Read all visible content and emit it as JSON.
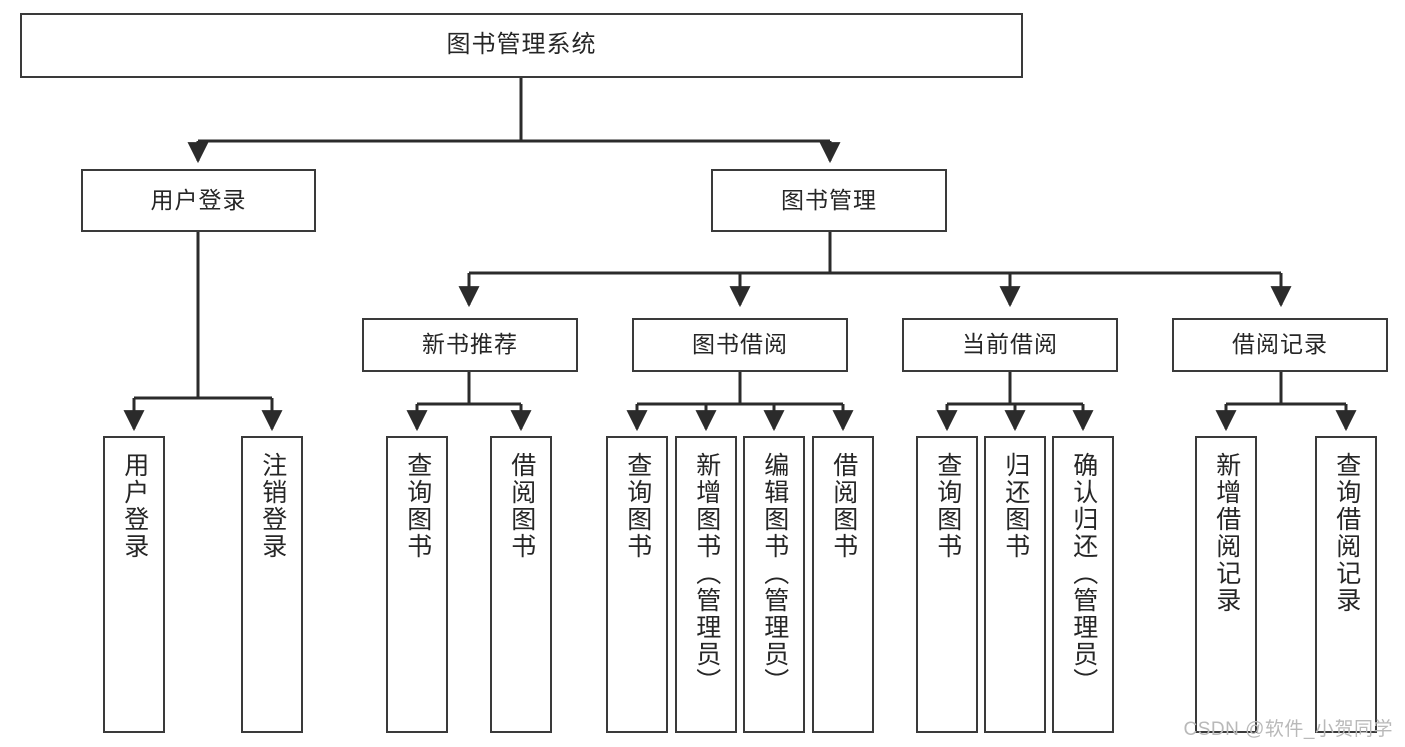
{
  "diagram": {
    "title": "图书管理系统",
    "type": "hierarchy-tree",
    "colors": {
      "box_border": "#3a3a3a",
      "box_fill": "#ffffff",
      "connector": "#2b2b2b",
      "text": "#262626",
      "watermark": "#b9b9b9"
    },
    "levels": {
      "root": {
        "label": "图书管理系统"
      },
      "level2": [
        {
          "id": "user-login",
          "label": "用户登录"
        },
        {
          "id": "book-management",
          "label": "图书管理"
        }
      ],
      "level3": [
        {
          "id": "new-book-recommend",
          "label": "新书推荐",
          "parent": "book-management"
        },
        {
          "id": "book-borrow",
          "label": "图书借阅",
          "parent": "book-management"
        },
        {
          "id": "current-borrow",
          "label": "当前借阅",
          "parent": "book-management"
        },
        {
          "id": "borrow-record",
          "label": "借阅记录",
          "parent": "book-management"
        }
      ],
      "leaves": [
        {
          "id": "leaf-user-login",
          "label": "用户登录",
          "parent": "user-login"
        },
        {
          "id": "leaf-logout-login",
          "label": "注销登录",
          "parent": "user-login"
        },
        {
          "id": "leaf-query-book-1",
          "label": "查询图书",
          "parent": "new-book-recommend"
        },
        {
          "id": "leaf-borrow-book-1",
          "label": "借阅图书",
          "parent": "new-book-recommend"
        },
        {
          "id": "leaf-query-book-2",
          "label": "查询图书",
          "parent": "book-borrow"
        },
        {
          "id": "leaf-add-book",
          "label": "新增图书（管理员）",
          "parent": "book-borrow"
        },
        {
          "id": "leaf-edit-book",
          "label": "编辑图书（管理员）",
          "parent": "book-borrow"
        },
        {
          "id": "leaf-borrow-book-2",
          "label": "借阅图书",
          "parent": "book-borrow"
        },
        {
          "id": "leaf-query-book-3",
          "label": "查询图书",
          "parent": "current-borrow"
        },
        {
          "id": "leaf-return-book",
          "label": "归还图书",
          "parent": "current-borrow"
        },
        {
          "id": "leaf-confirm-return",
          "label": "确认归还（管理员）",
          "parent": "current-borrow"
        },
        {
          "id": "leaf-add-record",
          "label": "新增借阅记录",
          "parent": "borrow-record"
        },
        {
          "id": "leaf-query-record",
          "label": "查询借阅记录",
          "parent": "borrow-record"
        }
      ]
    },
    "watermark": "CSDN @软件_小贺同学"
  }
}
